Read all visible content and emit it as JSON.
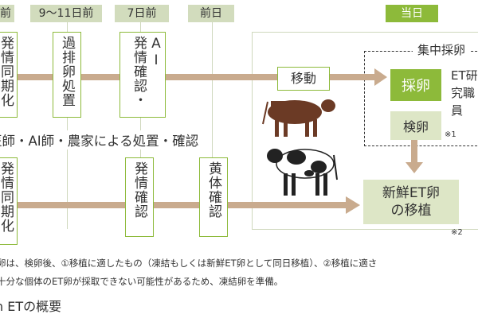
{
  "columns": {
    "col1": "前",
    "col2": "9～11日前",
    "col3": "7日前",
    "col4": "前日",
    "col5": "当日"
  },
  "row1": {
    "box1": "発情同期化",
    "box2": "過排卵処置",
    "box3a": "AI",
    "box3b": "発情確認・"
  },
  "row_label": "医師・AI師・農家による処置・確認",
  "row2": {
    "box1": "発情同期化",
    "box3": "発情確認",
    "box4": "黄体確認"
  },
  "today": {
    "move_label": "移動",
    "focus_label": "集中採卵",
    "collect_label": "採卵",
    "et_staff": "ET研究職員",
    "check_label": "検卵",
    "note1": "※1",
    "transfer_line1": "新鮮ET卵",
    "transfer_line2": "の移植",
    "note2": "※2"
  },
  "notes": {
    "line1": "卵は、検卵後、①移植に適したもの（凍結もしくは新鮮ET卵として同日移植）、②移植に適さ",
    "line2": "十分な個体のET卵が採取できない可能性があるため、凍結卵を準備。"
  },
  "figure_title": "n ETの概要",
  "colors": {
    "green": "#8dba3a",
    "light_green": "#dde6c6",
    "arrow": "#c9ab8e",
    "grid": "#cfd8bd"
  }
}
